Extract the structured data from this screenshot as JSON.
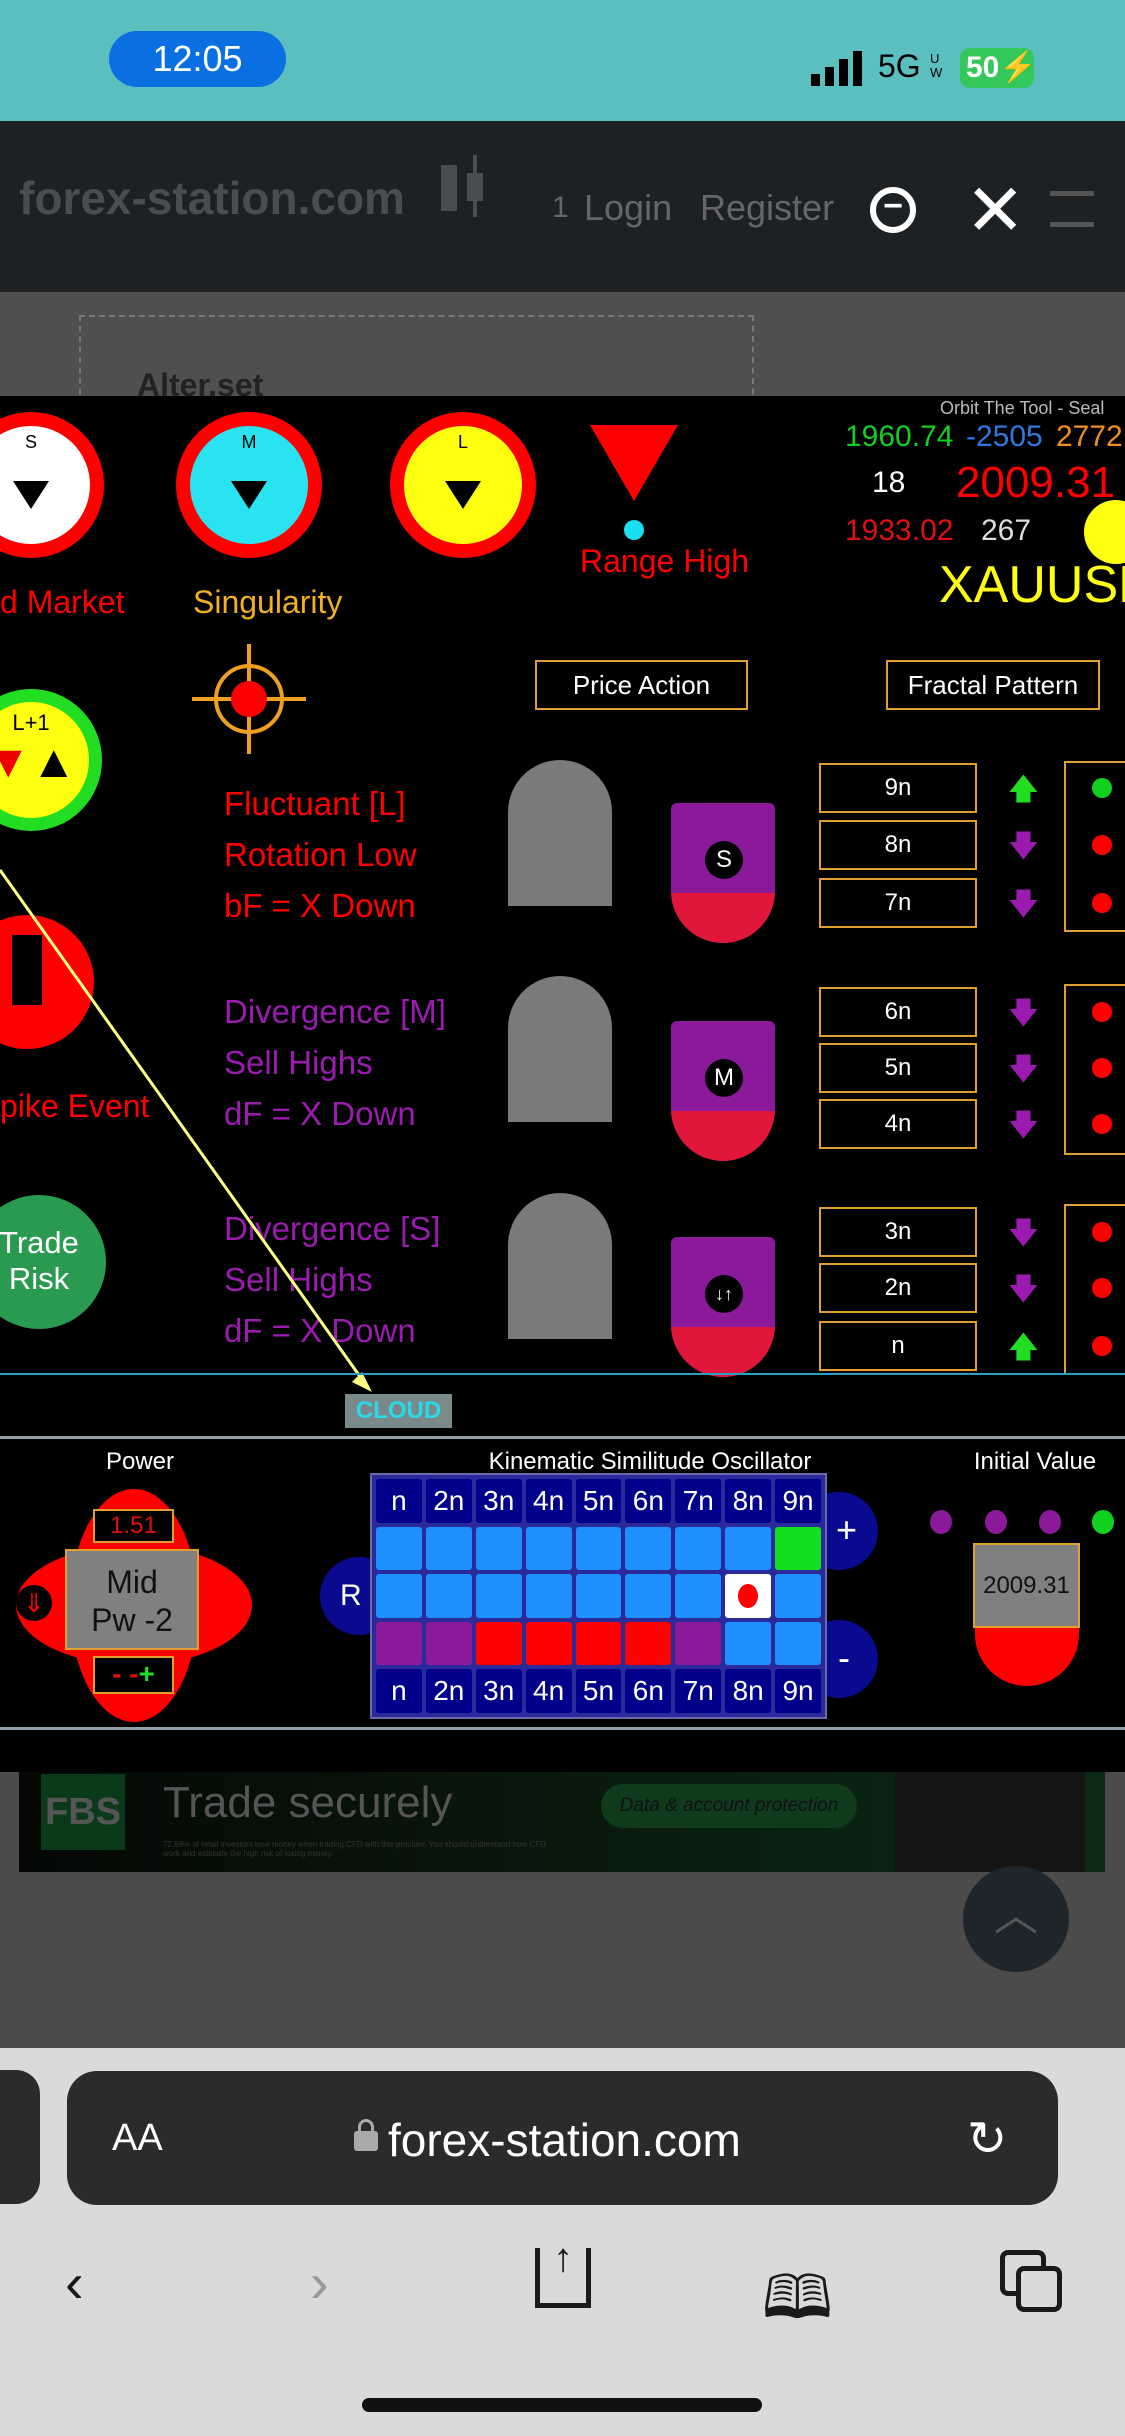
{
  "status": {
    "time": "12:05",
    "network": "5G",
    "network_sub": "UW",
    "battery": "50"
  },
  "header": {
    "logo": "forex-station.com",
    "count": "1",
    "login": "Login",
    "register": "Register"
  },
  "alter": "Alter.set",
  "top": {
    "s": "S",
    "m": "M",
    "l": "L",
    "market": "d Market",
    "singularity": "Singularity",
    "range_high": "Range High",
    "v1": "1960.74",
    "v2": "-2505",
    "v3": "2772",
    "orbit": "Orbit The Tool - Seal",
    "v4": "18",
    "price": "2009.31",
    "v5": "1933.02",
    "v6": "267",
    "symbol": "XAUUSD"
  },
  "buttons": {
    "price_action": "Price Action",
    "fractal": "Fractal Pattern"
  },
  "left": {
    "l1": "L+1",
    "spike": "pike Event",
    "trade": "Trade",
    "risk": "Risk"
  },
  "blocks": [
    {
      "l1": "Fluctuant [L]",
      "l2": "Rotation Low",
      "l3": "bF = X Down",
      "badge": "S"
    },
    {
      "l1": "Divergence [M]",
      "l2": "Sell Highs",
      "l3": "dF = X Down",
      "badge": "M"
    },
    {
      "l1": "Divergence [S]",
      "l2": "Sell Highs",
      "l3": "dF = X Down",
      "badge": "↓↑"
    }
  ],
  "fractal": [
    {
      "label": "9n",
      "dir": "up",
      "dot": "#10d020"
    },
    {
      "label": "8n",
      "dir": "down",
      "dot": "#f00"
    },
    {
      "label": "7n",
      "dir": "down",
      "dot": "#f00"
    },
    {
      "label": "6n",
      "dir": "down",
      "dot": "#f00"
    },
    {
      "label": "5n",
      "dir": "down",
      "dot": "#f00"
    },
    {
      "label": "4n",
      "dir": "down",
      "dot": "#f00"
    },
    {
      "label": "3n",
      "dir": "down",
      "dot": "#f00"
    },
    {
      "label": "2n",
      "dir": "down",
      "dot": "#f00"
    },
    {
      "label": "n",
      "dir": "up",
      "dot": "#f00"
    }
  ],
  "cloud": "CLOUD",
  "power": {
    "title": "Power",
    "value": "1.51",
    "mid1": "Mid",
    "mid2": "Pw -2",
    "minus": "- -",
    "plus": "+"
  },
  "kso": {
    "title": "Kinematic Similitude Oscillator",
    "r": "R",
    "plus": "+",
    "minus": "-",
    "cols": [
      "n",
      "2n",
      "3n",
      "4n",
      "5n",
      "6n",
      "7n",
      "8n",
      "9n"
    ],
    "rows": [
      [
        "b",
        "b",
        "b",
        "b",
        "b",
        "b",
        "b",
        "b",
        "g"
      ],
      [
        "b",
        "b",
        "b",
        "b",
        "b",
        "b",
        "b",
        "w",
        "b"
      ],
      [
        "p",
        "p",
        "r",
        "r",
        "r",
        "r",
        "p",
        "b",
        "b"
      ]
    ]
  },
  "initial": {
    "title": "Initial Value",
    "value": "2009.31",
    "dots": [
      "#8b1a9a",
      "#8b1a9a",
      "#8b1a9a",
      "#10d020"
    ]
  },
  "ad": {
    "brand": "FBS",
    "title": "Trade securely",
    "cta": "Data & account protection",
    "disclaimer": "72.69% of retail investors lose money when trading CFD with this provider. You should understand how CFD work and estimate the high risk of losing money."
  },
  "safari": {
    "aa": "AA",
    "url": "forex-station.com"
  }
}
